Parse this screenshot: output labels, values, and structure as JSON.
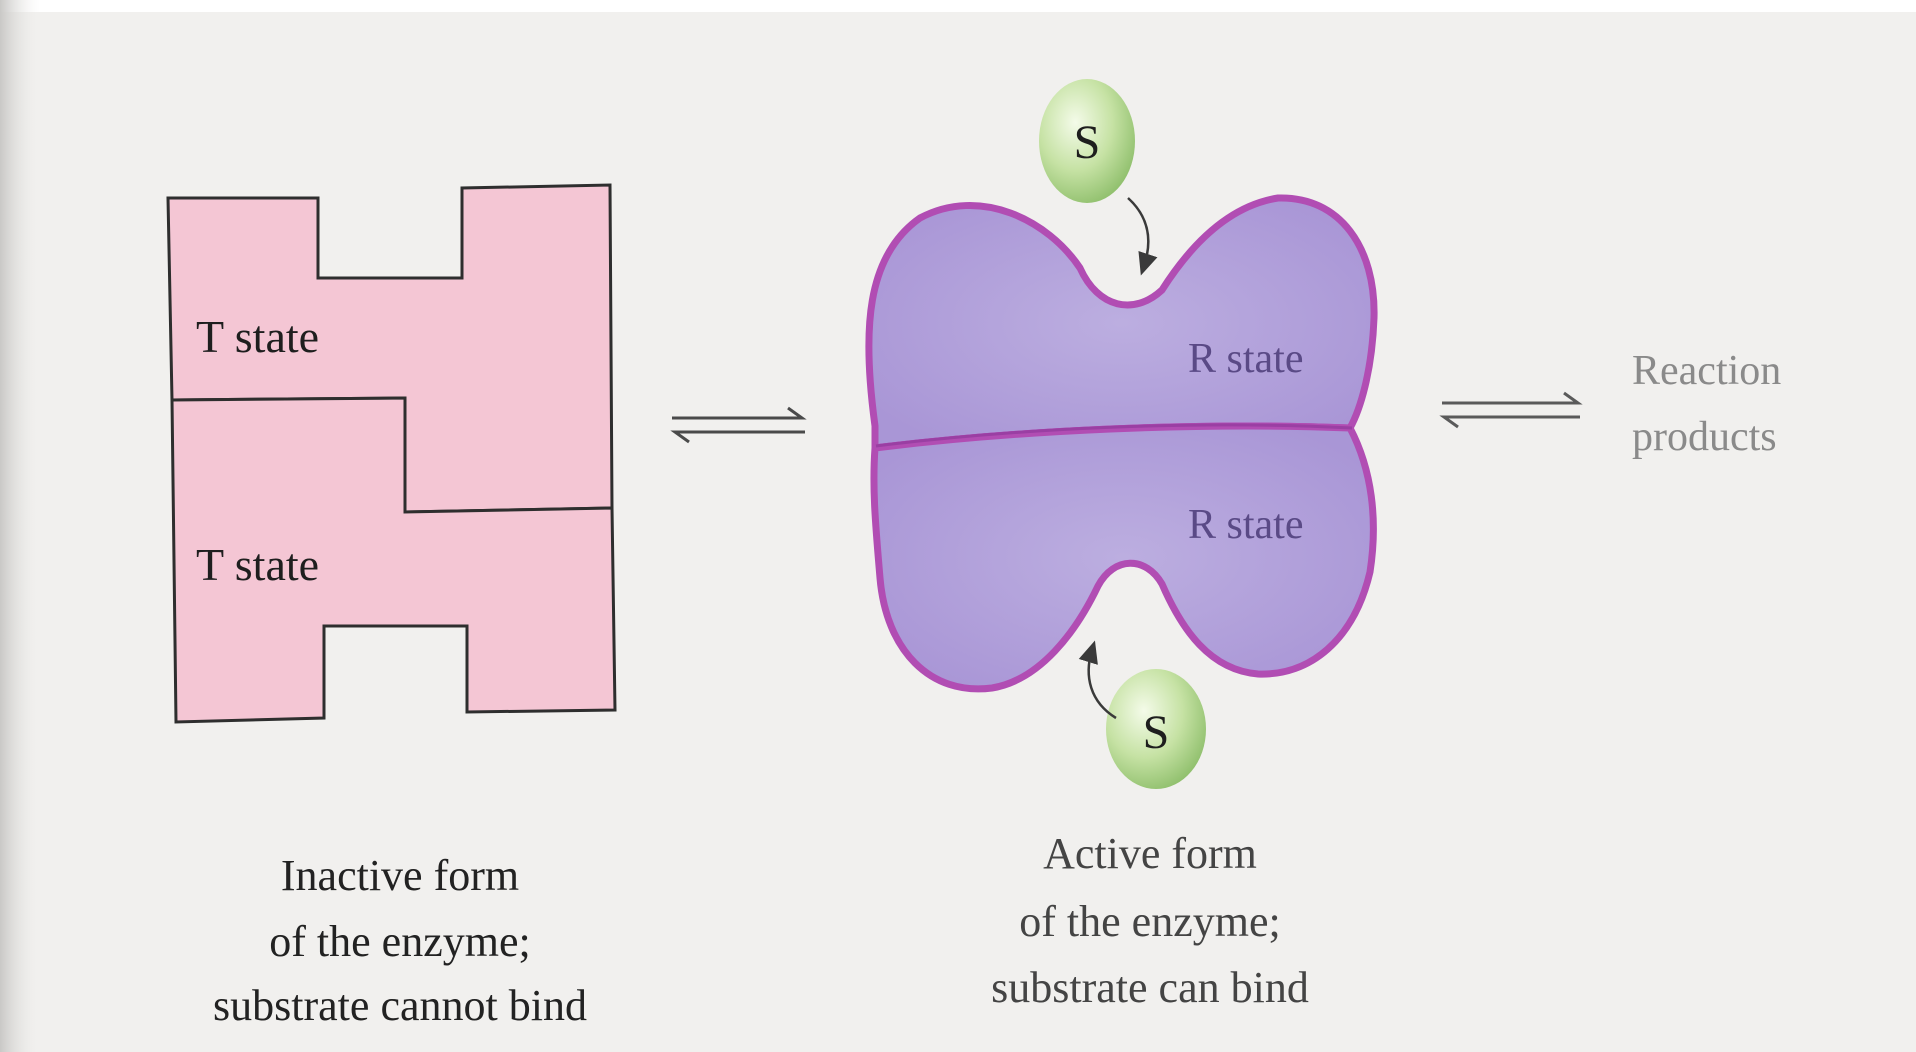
{
  "diagram": {
    "inactive": {
      "top_subunit_label": "T state",
      "bottom_subunit_label": "T state",
      "caption_lines": [
        "Inactive form",
        "of the enzyme;",
        "substrate cannot bind"
      ]
    },
    "active": {
      "top_subunit_label": "R state",
      "bottom_subunit_label": "R state",
      "substrate_top_label": "S",
      "substrate_bottom_label": "S",
      "caption_lines": [
        "Active form",
        "of the enzyme;",
        "substrate can bind"
      ]
    },
    "products": {
      "label_lines": [
        "Reaction",
        "products"
      ]
    }
  },
  "colors": {
    "background": "#f1f0ee",
    "t_state_fill": "#f4c6d4",
    "r_state_fill": "#b4a2dc",
    "r_state_edge": "#b14db3",
    "substrate_fill": "#c6e2a4",
    "outline": "#2e2e2e"
  }
}
